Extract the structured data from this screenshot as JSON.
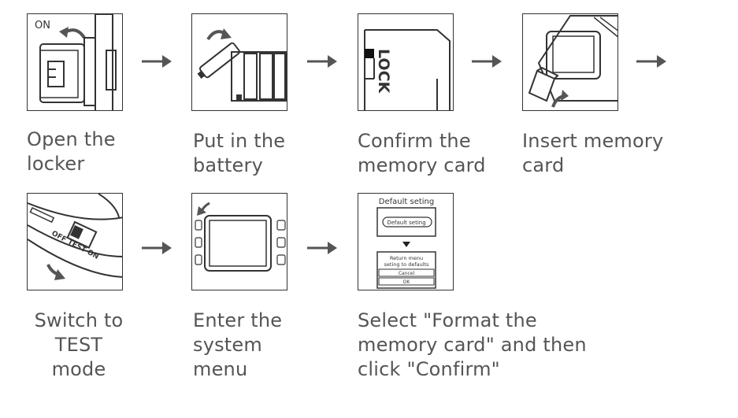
{
  "colors": {
    "line": "#333333",
    "text": "#555555",
    "arrow": "#555555"
  },
  "steps": [
    {
      "caption": "Open the\nlocker",
      "panel_text": "ON"
    },
    {
      "caption": "Put in the\nbattery"
    },
    {
      "caption": "Confirm the\nmemory card",
      "panel_text": "LOCK"
    },
    {
      "caption": "Insert memory\ncard"
    },
    {
      "caption": "Switch to\nTEST\nmode",
      "panel_text": "OFF TEST ON"
    },
    {
      "caption": "Enter the\nsystem\nmenu"
    },
    {
      "caption": "Select \"Format the\nmemory card\" and then\nclick \"Confirm\"",
      "panel": {
        "title": "Default seting",
        "option": "Default seting",
        "dialog_text": "Return menu\nseting to defaults",
        "cancel": "Cancel",
        "ok": "OK"
      }
    }
  ]
}
